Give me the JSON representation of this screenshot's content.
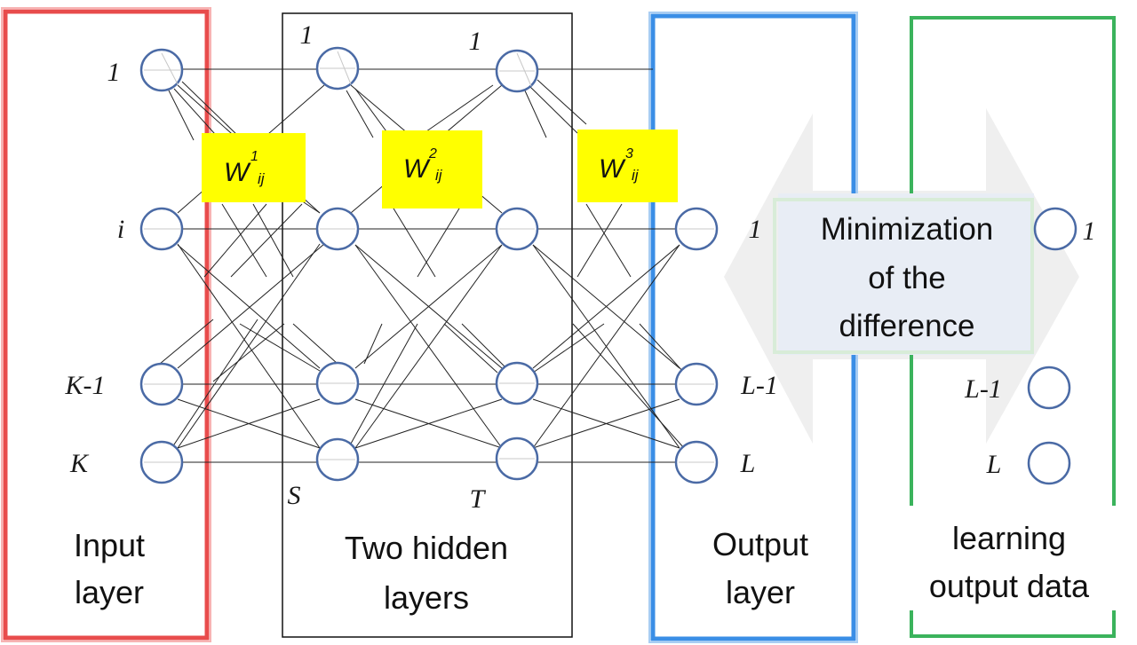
{
  "captions": {
    "input": [
      "Input",
      "layer"
    ],
    "hidden": [
      "Two hidden",
      "layers"
    ],
    "output": [
      "Output",
      "layer"
    ],
    "learning": [
      "learning",
      "output data"
    ]
  },
  "input_labels": [
    "1",
    "i",
    "K-1",
    "K"
  ],
  "hidden_labels": {
    "h1_top": "1",
    "h1_bottom": "S",
    "h2_top": "1",
    "h2_bottom": "T"
  },
  "output_labels": [
    "1",
    "L-1",
    "L"
  ],
  "learning_labels": [
    "1",
    "L-1",
    "L"
  ],
  "weights": [
    {
      "w": "W",
      "sup": "1",
      "sub": "ij"
    },
    {
      "w": "W",
      "sup": "2",
      "sub": "ij"
    },
    {
      "w": "W",
      "sup": "3",
      "sub": "ij"
    }
  ],
  "minimization": [
    "Minimization",
    "of the",
    "difference"
  ],
  "colors": {
    "input_frame": "#e84c4c",
    "output_frame": "#3a8ee6",
    "learning_frame": "#3bb35c",
    "weight_box": "#ffff00",
    "node_stroke": "#4a6aa5",
    "min_box": "#e8edf5",
    "arrow": "#eeeeee"
  }
}
